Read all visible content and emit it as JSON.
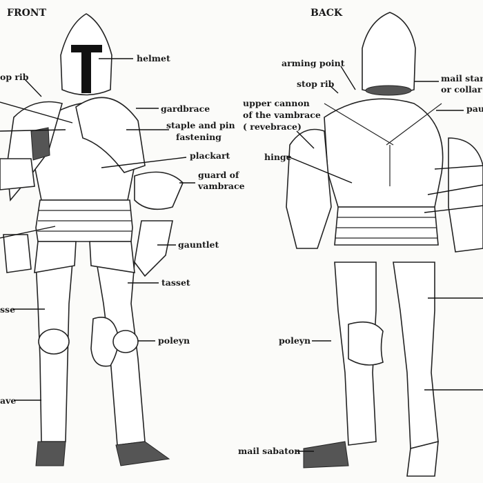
{
  "front": {
    "title": "FRONT",
    "labels": {
      "stop_rib": "op rib",
      "helmet": "helmet",
      "gardbrace": "gardbrace",
      "staple_1": "staple and pin",
      "staple_2": "fastening",
      "plackart": "plackart",
      "guard_1": "guard of",
      "guard_2": "vambrace",
      "gauntlet": "gauntlet",
      "tasset": "tasset",
      "poleyn": "poleyn",
      "cuisse": "sse",
      "greave": "ave"
    }
  },
  "back": {
    "title": "BACK",
    "labels": {
      "arming_point": "arming point",
      "stop_rib": "stop rib",
      "mail_1": "mail stanc",
      "mail_2": "or collar",
      "pauldron": "pau",
      "upper_1": "upper cannon",
      "upper_2": "of the vambrace",
      "upper_3": "( revebrace)",
      "hinge": "hinge",
      "poleyn": "poleyn",
      "mail_sabaton": "mail sabaton"
    }
  }
}
